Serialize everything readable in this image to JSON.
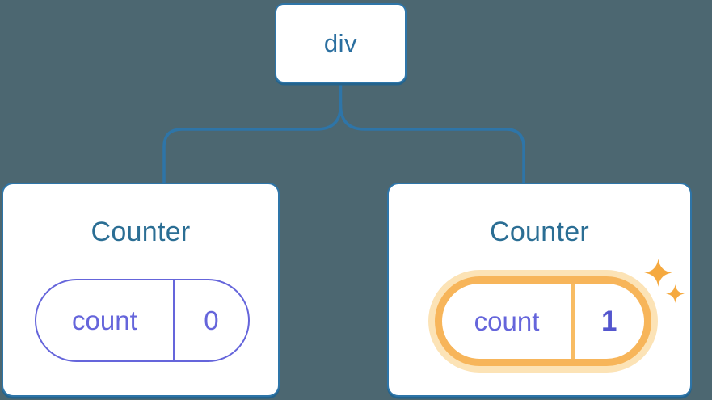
{
  "canvas": {
    "background": "#4C6771"
  },
  "tree": {
    "root": {
      "label": "div"
    },
    "children": [
      {
        "title": "Counter",
        "state": {
          "name": "count",
          "value": "0"
        },
        "highlighted": false
      },
      {
        "title": "Counter",
        "state": {
          "name": "count",
          "value": "1"
        },
        "highlighted": true
      }
    ]
  },
  "icons": {
    "sparkle_large": "sparkle-icon",
    "sparkle_small": "sparkle-icon"
  },
  "colors": {
    "background": "#4C6771",
    "node_border_blue": "#2E75A8",
    "node_shadow_blue": "#24638C",
    "root_label_blue": "#2B6FA0",
    "title_blue": "#2B6E94",
    "state_purple": "#6565DB",
    "state_value_bold_purple": "#5456CE",
    "highlight_ring_orange": "#F7B55A",
    "highlight_glow": "#FCE3B6",
    "highlight_divider": "#F8BC63",
    "sparkle_orange": "#F5A93F",
    "card_background": "#FFFFFF"
  }
}
